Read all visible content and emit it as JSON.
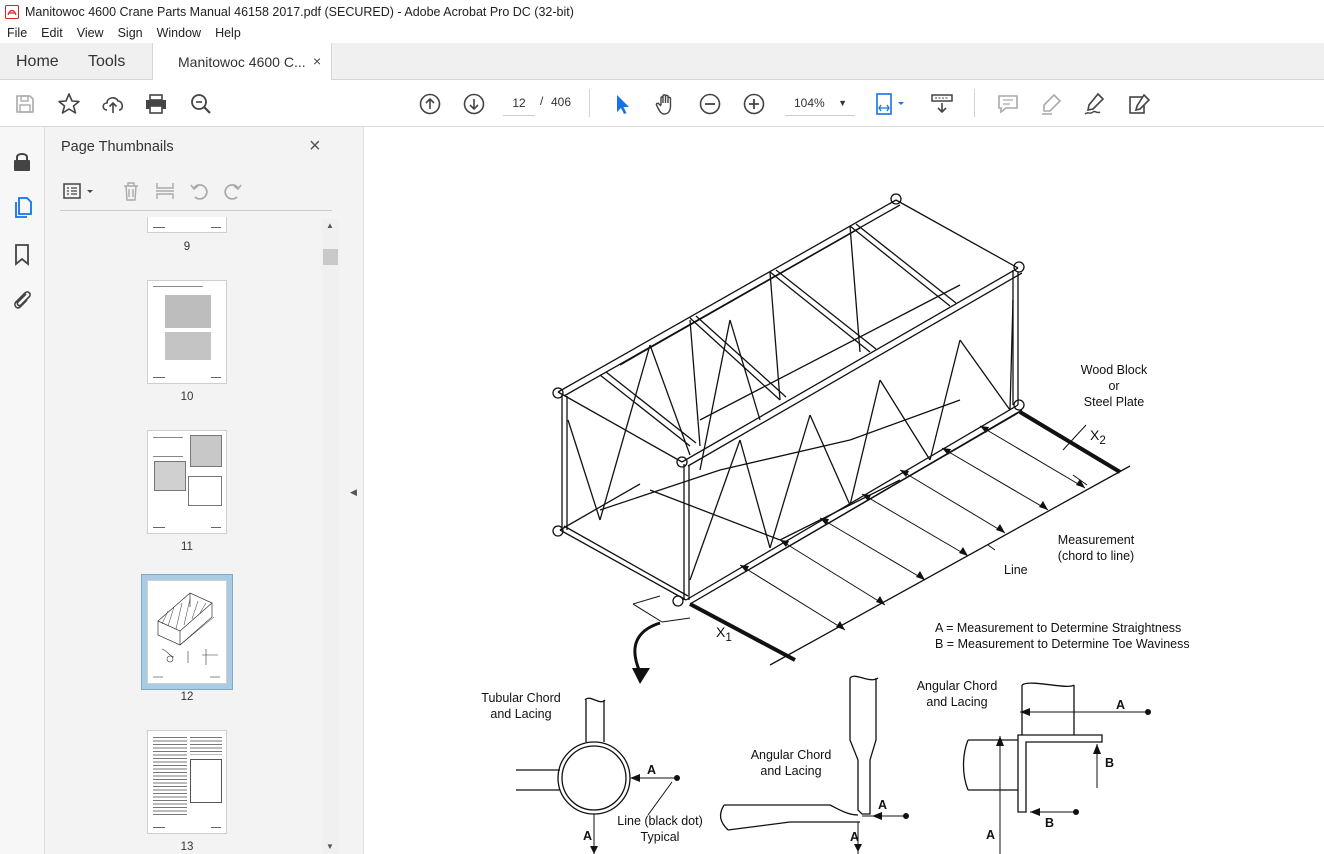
{
  "window": {
    "title": "Manitowoc 4600 Crane Parts Manual 46158 2017.pdf (SECURED) - Adobe Acrobat Pro DC (32-bit)"
  },
  "menu": [
    "File",
    "Edit",
    "View",
    "Sign",
    "Window",
    "Help"
  ],
  "tabs": {
    "home": "Home",
    "tools": "Tools",
    "document": "Manitowoc 4600 C...",
    "close": "×"
  },
  "toolbar": {
    "current_page": "12",
    "page_separator": "/",
    "total_pages": "406",
    "zoom": "104%",
    "icons": [
      "save-icon",
      "bookmark-star-icon",
      "upload-icon",
      "print-icon",
      "search-zoom-icon",
      "page-up-icon",
      "page-down-icon",
      "select-arrow-icon",
      "hand-icon",
      "zoom-out-icon",
      "zoom-in-icon",
      "fit-page-icon",
      "scroll-mode-icon",
      "comment-icon",
      "highlight-icon",
      "sign-icon",
      "edit-icon"
    ]
  },
  "rail": {
    "icons": [
      "lock-icon",
      "page-thumbnails-icon",
      "bookmark-icon",
      "attachment-icon"
    ]
  },
  "thumbnails_panel": {
    "title": "Page Thumbnails",
    "close": "×",
    "pages": [
      {
        "label": "9",
        "selected": false
      },
      {
        "label": "10",
        "selected": false
      },
      {
        "label": "11",
        "selected": false
      },
      {
        "label": "12",
        "selected": true
      },
      {
        "label": "13",
        "selected": false
      }
    ]
  },
  "drawing": {
    "labels": {
      "wood_block_1": "Wood Block",
      "wood_block_2": "or",
      "wood_block_3": "Steel Plate",
      "x2": "X",
      "x2_sub": "2",
      "x1": "X",
      "x1_sub": "1",
      "measurement_1": "Measurement",
      "measurement_2": "(chord to line)",
      "line": "Line",
      "legend_a": "A = Measurement to Determine Straightness",
      "legend_b": "B = Measurement to Determine Toe Waviness",
      "tubular_1": "Tubular Chord",
      "tubular_2": "and Lacing",
      "angular_mid_1": "Angular Chord",
      "angular_mid_2": "and Lacing",
      "angular_right_1": "Angular Chord",
      "angular_right_2": "and Lacing",
      "line_dot_1": "Line (black dot)",
      "line_dot_2": "Typical",
      "A": "A",
      "B": "B"
    }
  }
}
